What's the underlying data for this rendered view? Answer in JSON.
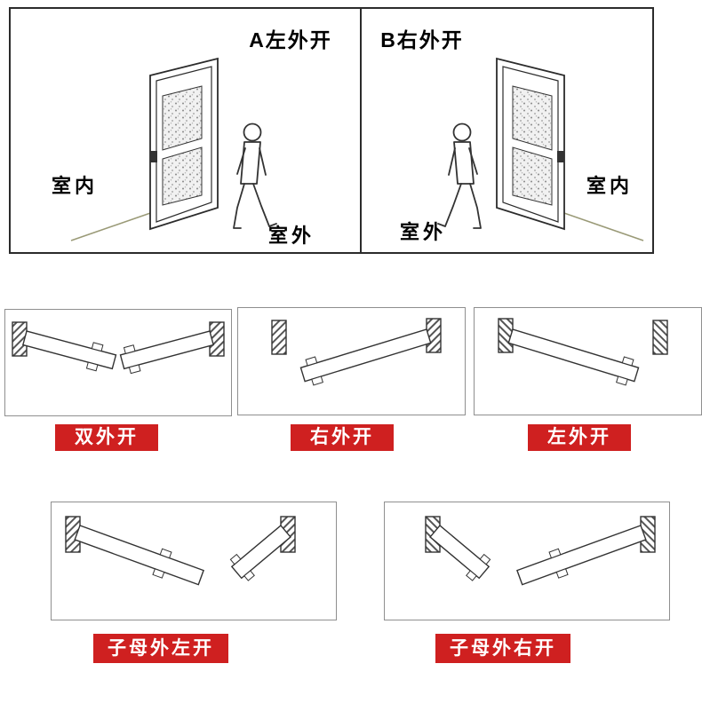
{
  "colors": {
    "label_bg": "#cf2020",
    "label_text": "#ffffff",
    "line": "#2b2b2b"
  },
  "top_panel": {
    "left": {
      "title": "A左外开",
      "indoor": "室内",
      "outdoor": "室外"
    },
    "right": {
      "title": "B右外开",
      "indoor": "室内",
      "outdoor": "室外"
    }
  },
  "swing_labels": {
    "double_out": "双外开",
    "right_out": "右外开",
    "left_out": "左外开",
    "mother_child_left": "子母外左开",
    "mother_child_right": "子母外右开"
  }
}
